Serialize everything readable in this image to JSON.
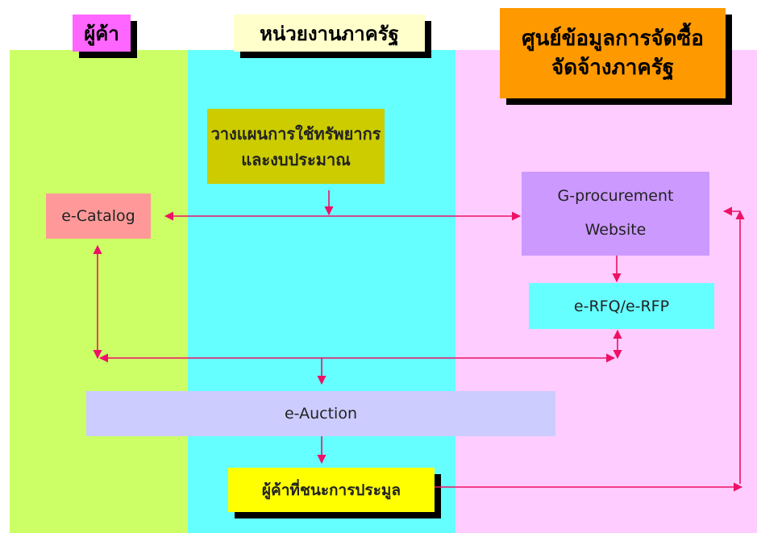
{
  "lanes": {
    "vendor": "ผู้ค้า",
    "gov": "หน่วยงานภาครัฐ",
    "center_line1": "ศูนย์ข้อมูลการจัดซื้อ",
    "center_line2": "จัดจ้างภาครัฐ"
  },
  "nodes": {
    "plan_line1": "วางแผนการใช้ทรัพยากร",
    "plan_line2": "และงบประมาณ",
    "catalog": "e-Catalog",
    "gproc_line1": "G-procurement",
    "gproc_line2": "Website",
    "rfq": "e-RFQ/e-RFP",
    "auction": "e-Auction",
    "winner": "ผู้ค้าที่ชนะการประมูล"
  },
  "colors": {
    "vendor_lane": "#ccff66",
    "gov_lane": "#66ffff",
    "center_lane": "#ffccff",
    "connector": "#ee1166"
  }
}
